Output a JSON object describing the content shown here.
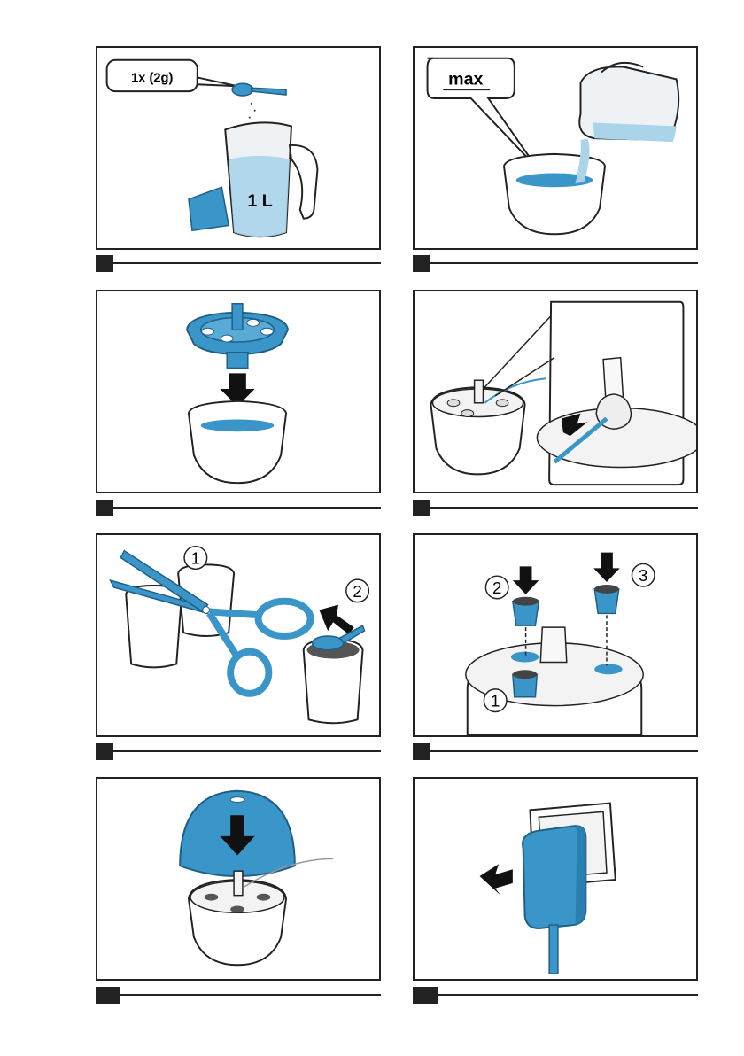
{
  "colors": {
    "blue": "#3a95c9",
    "blue_dark": "#1f5f86",
    "light_blue": "#a9d4ea",
    "outline": "#222222"
  },
  "panel1": {
    "dose_label": "1x (2g)",
    "volume_label": "1 L"
  },
  "panel2": {
    "level_label": "max"
  },
  "panel5": {
    "step_one": "1",
    "step_two": "2"
  },
  "panel6": {
    "pod_one": "1",
    "pod_two": "2",
    "pod_three": "3"
  }
}
